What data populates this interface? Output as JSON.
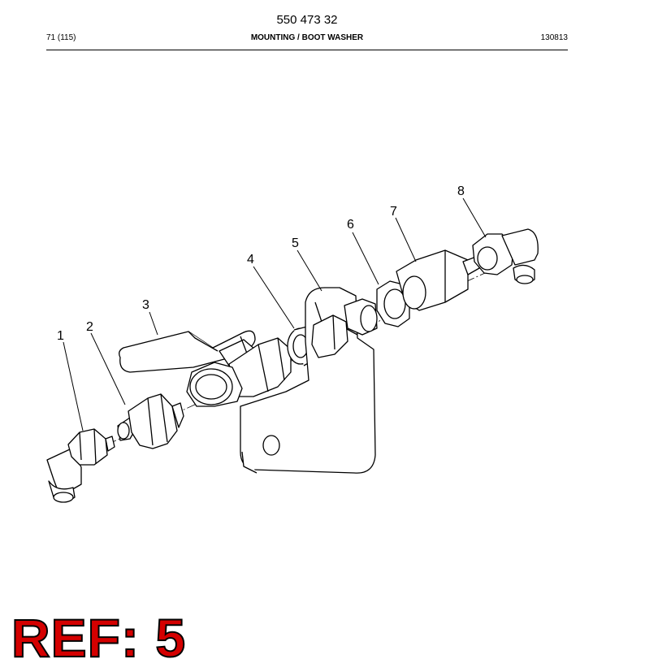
{
  "header": {
    "doc_number": "550 473 32",
    "page_ref": "71 (115)",
    "section_title": "MOUNTING / BOOT WASHER",
    "revision": "130813"
  },
  "callouts": [
    "1",
    "2",
    "3",
    "4",
    "5",
    "6",
    "7",
    "8"
  ],
  "ref_stamp": "REF: 5",
  "colors": {
    "line": "#000000",
    "ref_stamp_fill": "#d40000",
    "ref_stamp_outline": "#000000"
  }
}
